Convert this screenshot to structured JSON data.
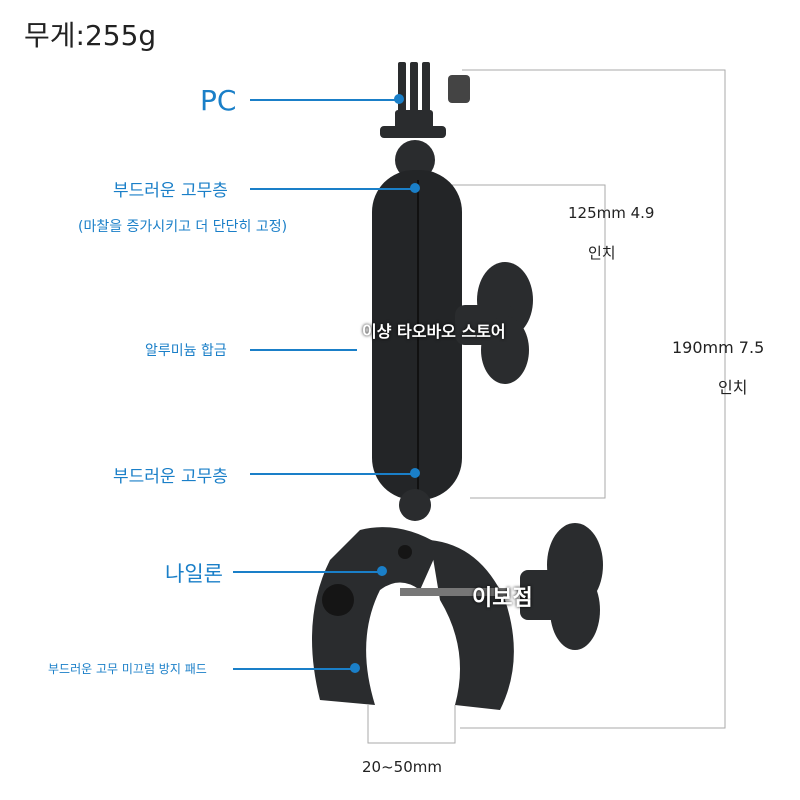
{
  "weight": "무게:255g",
  "labels": {
    "pc": "PC",
    "rubber_top": "부드러운 고무층",
    "rubber_note": "(마찰을 증가시키고 더 단단히 고정)",
    "aluminum": "알루미늄 합금",
    "rubber_bottom": "부드러운 고무층",
    "nylon": "나일론",
    "pad": "부드러운 고무 미끄럼 방지 패드"
  },
  "dimensions": {
    "arm_length_line1": "125mm 4.9",
    "arm_length_line2": "인치",
    "total_length_line1": "190mm 7.5",
    "total_length_line2": "인치",
    "clamp_range": "20~50mm"
  },
  "watermarks": {
    "store": "이샹 타오바오 스토어",
    "store2": "이보점"
  },
  "colors": {
    "label": "#1a7fc8",
    "product": "#2a2c2e",
    "dimension_line": "#999999"
  }
}
